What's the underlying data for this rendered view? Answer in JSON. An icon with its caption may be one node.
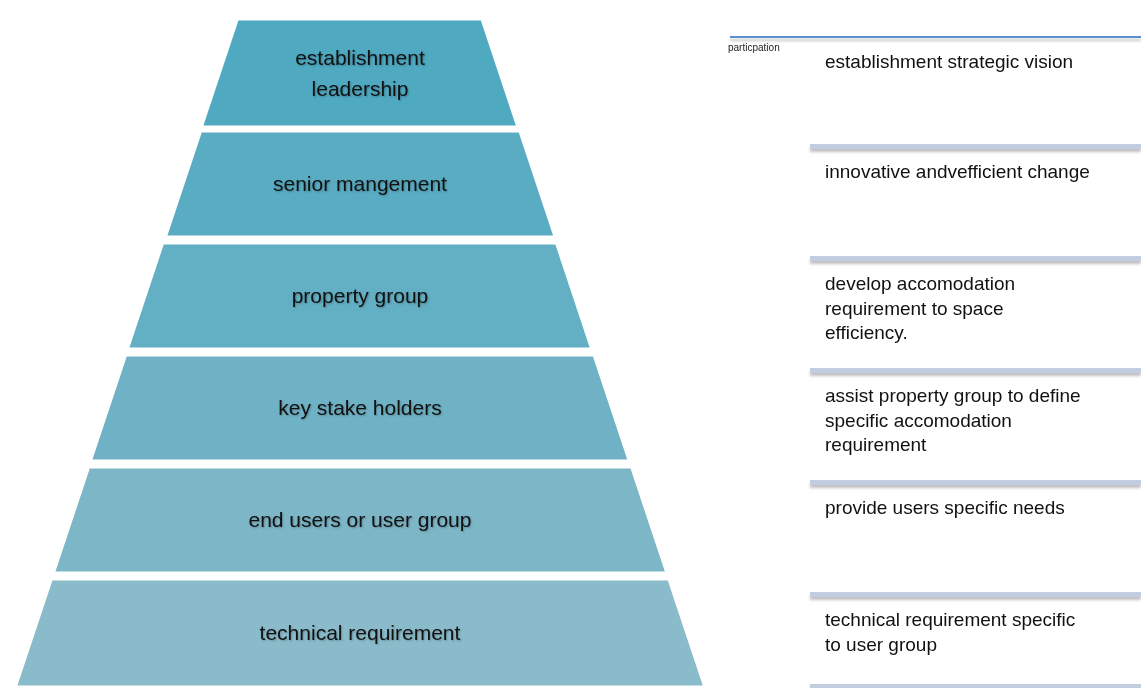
{
  "diagram": {
    "nodes": [
      {
        "text": [
          "establishment leadership"
        ]
      },
      {
        "text": [
          "senior mangement"
        ]
      },
      {
        "text": [
          "property group"
        ]
      },
      {
        "text": [
          "key stake holders"
        ]
      },
      {
        "text": [
          "end users or user group"
        ]
      },
      {
        "text": [
          "technical requirement"
        ]
      }
    ],
    "labels": [
      "particpation",
      "establishment strategic vision",
      "innovative andvefficient change",
      "develop accomodation requirement to space efficiency.",
      "assist property group to define specific accomodation requirement",
      "provide users specific needs",
      "technical requirement specific to user group"
    ]
  }
}
